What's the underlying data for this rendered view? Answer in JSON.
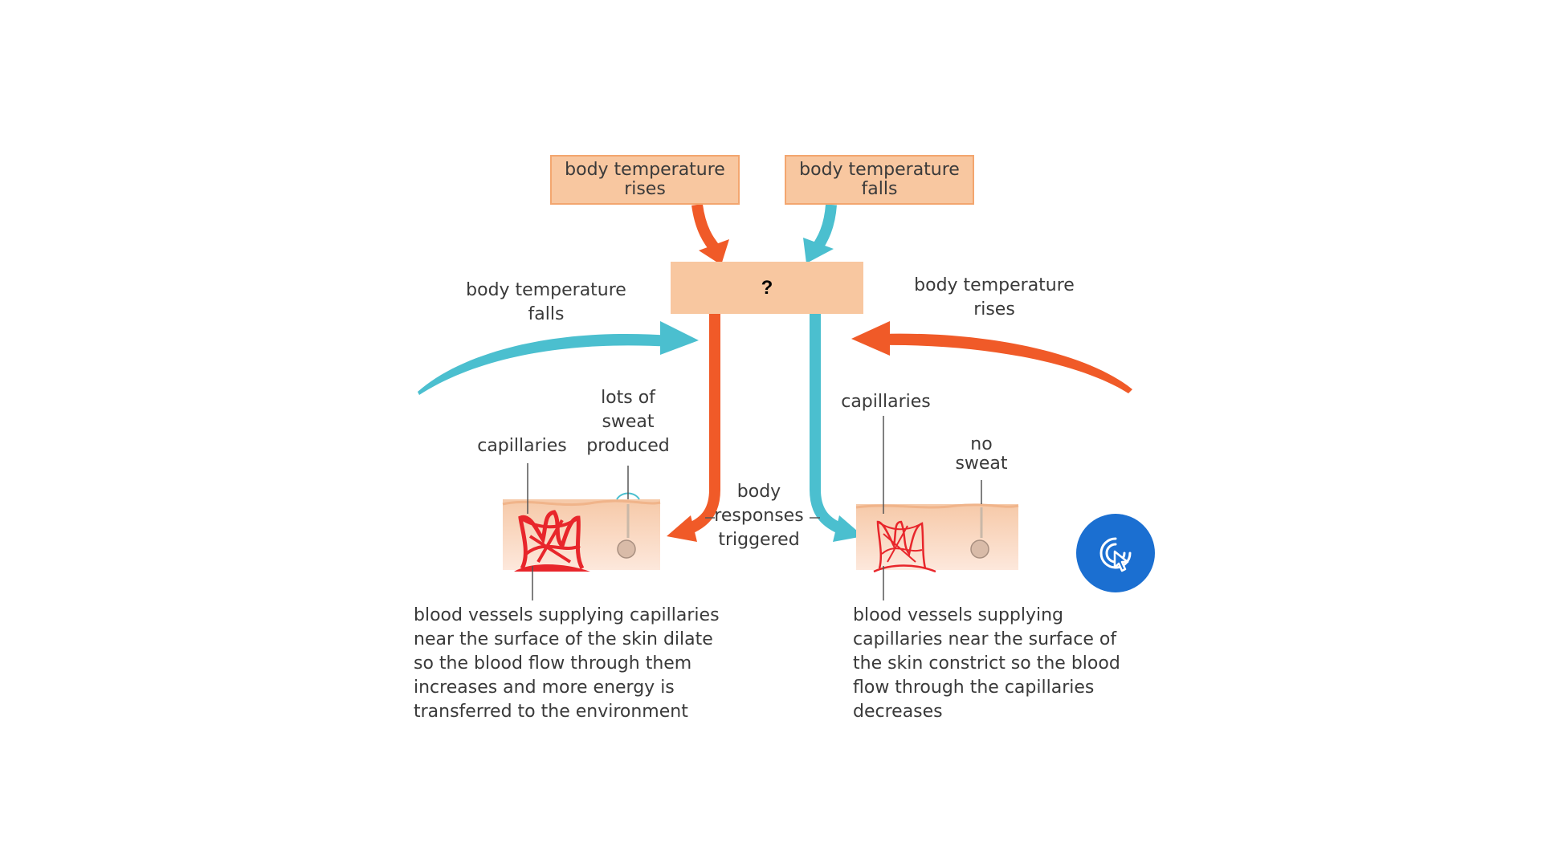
{
  "top_boxes": {
    "left": [
      "body temperature",
      "rises"
    ],
    "right": [
      "body temperature",
      "falls"
    ]
  },
  "center_box": {
    "text": "?"
  },
  "side_labels": {
    "left": [
      "body temperature",
      "falls"
    ],
    "right": [
      "body temperature",
      "rises"
    ]
  },
  "left_skin": {
    "capillaries_label": "capillaries",
    "sweat_label": [
      "lots of",
      "sweat",
      "produced"
    ],
    "description": [
      "blood vessels supplying capillaries",
      "near the surface of the skin dilate",
      "so the blood flow through them",
      "increases and more energy is",
      "transferred to the environment"
    ]
  },
  "right_skin": {
    "capillaries_label": "capillaries",
    "sweat_label": [
      "no",
      "sweat"
    ],
    "description": [
      "blood vessels supplying",
      "capillaries near the surface of",
      "the skin constrict so the blood",
      "flow through the capillaries",
      "decreases"
    ]
  },
  "center_label": [
    "body",
    "responses",
    "triggered"
  ],
  "colors": {
    "warm_arrow": "#f05a28",
    "cool_arrow": "#4bbfcf",
    "box_fill": "#f8c7a0",
    "box_border": "#f3a66f",
    "button": "#1b6fd1",
    "capillary": "#e8262b"
  },
  "icons": {
    "touch_button": "touch-pointer-icon"
  }
}
